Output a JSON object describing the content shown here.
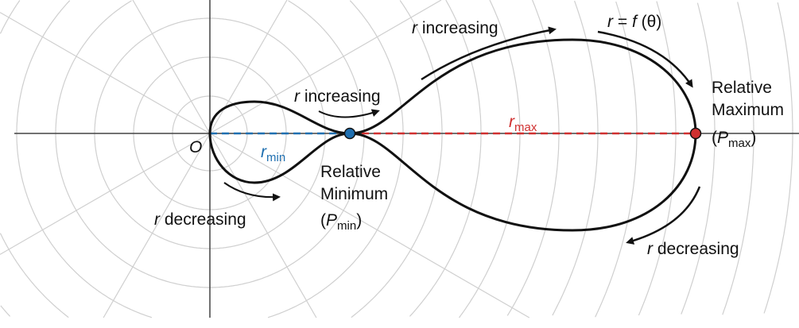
{
  "labels": {
    "origin": "O",
    "r_min_var": "r",
    "r_min_sub": "min",
    "r_max_var": "r",
    "r_max_sub": "max",
    "r_inc_top_var": "r",
    "r_inc_top_text": " increasing",
    "r_inc_mid_var": "r",
    "r_inc_mid_text": " increasing",
    "r_dec_left_var": "r",
    "r_dec_left_text": " decreasing",
    "r_dec_right_var": "r",
    "r_dec_right_text": " decreasing",
    "func_r": "r",
    "func_eq": " = ",
    "func_f": "f",
    "func_theta": " (θ)",
    "min_line1": "Relative",
    "min_line2": "Minimum",
    "min_p_open": "(",
    "min_p": "P",
    "min_p_sub": "min",
    "min_p_close": ")",
    "max_line1": "Relative",
    "max_line2": "Maximum",
    "max_p_open": "(",
    "max_p": "P",
    "max_p_sub": "max",
    "max_p_close": ")"
  },
  "colors": {
    "min": "#1f6fb0",
    "max": "#d03030",
    "grid": "#cfcfcf",
    "curve": "#111111"
  }
}
